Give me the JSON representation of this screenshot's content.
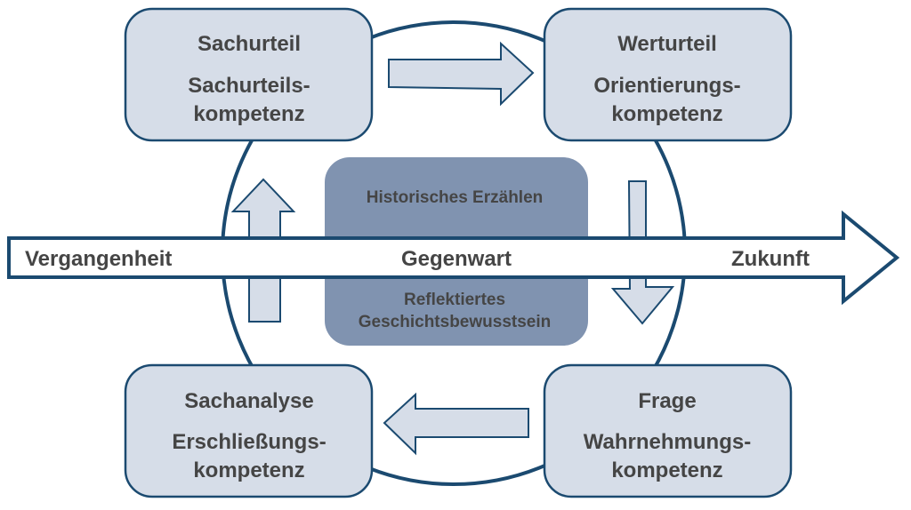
{
  "boxes": {
    "top_left": {
      "title": "Sachurteil",
      "line1": "Sachurteils-",
      "line2": "kompetenz"
    },
    "top_right": {
      "title": "Werturteil",
      "line1": "Orientierungs-",
      "line2": "kompetenz"
    },
    "bottom_left": {
      "title": "Sachanalyse",
      "line1": "Erschließungs-",
      "line2": "kompetenz"
    },
    "bottom_right": {
      "title": "Frage",
      "line1": "Wahrnehmungs-",
      "line2": "kompetenz"
    }
  },
  "center": {
    "top": "Historisches Erzählen",
    "bottom1": "Reflektiertes",
    "bottom2": "Geschichtsbewusstsein"
  },
  "timeline": {
    "past": "Vergangenheit",
    "present": "Gegenwart",
    "future": "Zukunft"
  },
  "colors": {
    "stroke": "#1b4a70",
    "box_fill": "#d6dde8",
    "center_fill": "#8093b0",
    "text": "#454545"
  }
}
